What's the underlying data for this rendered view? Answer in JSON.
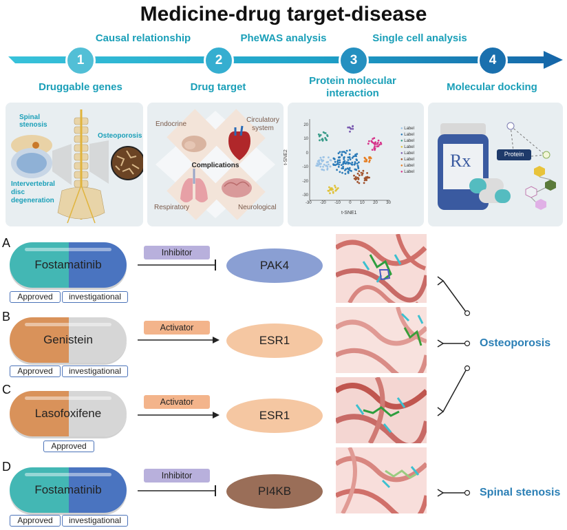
{
  "title": "Medicine-drug target-disease",
  "steps": [
    {
      "number": "1",
      "top_label": "Causal relationship",
      "bottom_label": "Druggable genes"
    },
    {
      "number": "2",
      "top_label": "PheWAS analysis",
      "bottom_label": "Drug target"
    },
    {
      "number": "3",
      "top_label": "Single cell analysis",
      "bottom_label": "Protein molecular interaction"
    },
    {
      "number": "4",
      "top_label": "",
      "bottom_label": "Molecular docking"
    }
  ],
  "panel1": {
    "spinal": "Spinal stenosis",
    "osteo": "Osteoporosis",
    "ivd": "Intervertebral disc degeneration"
  },
  "panel2": {
    "endocrine": "Endocrine",
    "circulatory": "Circulatory system",
    "complications": "Complications",
    "respiratory": "Respiratory",
    "neurological": "Neurological"
  },
  "panel3": {
    "ylabel": "t-SNE2",
    "xlabel": "t-SNE1",
    "xticks": [
      "-30",
      "-20",
      "-10",
      "0",
      "10",
      "20",
      "30"
    ],
    "yticks": [
      "20",
      "10",
      "0",
      "-10",
      "-20",
      "-30"
    ],
    "legend": [
      "Label",
      "Label",
      "Label",
      "Label",
      "Label",
      "Label",
      "Label",
      "Label"
    ]
  },
  "panel4": {
    "rx": "Rx",
    "protein": "Protein"
  },
  "rows": [
    {
      "letter": "A",
      "drug": "Fostamatinib",
      "tags": [
        "Approved",
        "investigational"
      ],
      "relation": "Inhibitor",
      "target": "PAK4"
    },
    {
      "letter": "B",
      "drug": "Genistein",
      "tags": [
        "Approved",
        "investigational"
      ],
      "relation": "Activator",
      "target": "ESR1"
    },
    {
      "letter": "C",
      "drug": "Lasofoxifene",
      "tags": [
        "Approved"
      ],
      "relation": "Activator",
      "target": "ESR1"
    },
    {
      "letter": "D",
      "drug": "Fostamatinib",
      "tags": [
        "Approved",
        "investigational"
      ],
      "relation": "Inhibitor",
      "target": "PI4KB"
    }
  ],
  "diseases": {
    "osteoporosis": "Osteoporosis",
    "spinal_stenosis": "Spinal stenosis"
  },
  "colors": {
    "arrow": "#1fa2c0",
    "step_circle": "#35a9c9",
    "label_teal": "#1a9fb8",
    "pill_teal": "#43b7b4",
    "pill_blue": "#4a74c0",
    "pill_orange": "#d9925a",
    "pill_gray": "#d6d6d6",
    "inhibitor_box": "#b8b0dc",
    "activator_box": "#f3b48b",
    "pak4": "#8a9fd3",
    "esr1": "#f5c7a2",
    "pi4kb": "#9a6e58",
    "disease_text": "#2b7fb5"
  }
}
